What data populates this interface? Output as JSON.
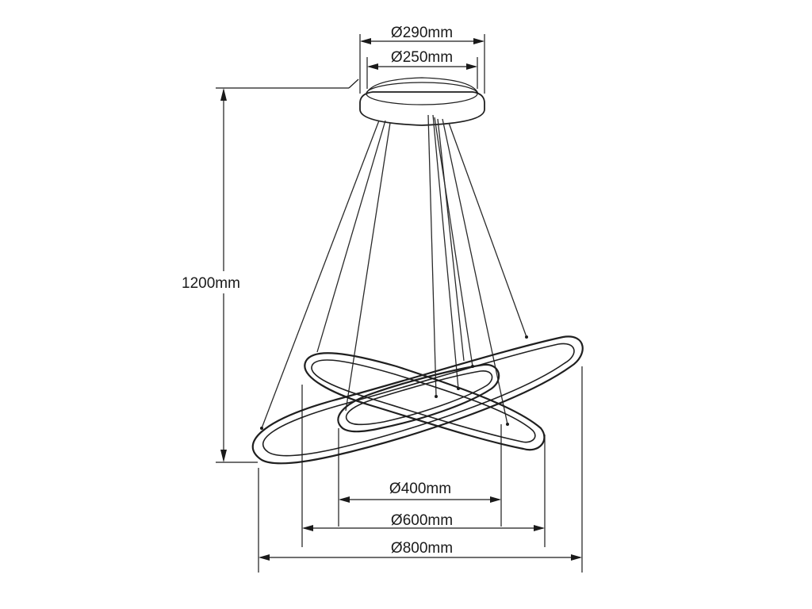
{
  "labels": {
    "canopy_outer": "Ø290mm",
    "canopy_inner": "Ø250mm",
    "height": "1200mm",
    "ring_small": "Ø400mm",
    "ring_medium": "Ø600mm",
    "ring_large": "Ø800mm"
  }
}
